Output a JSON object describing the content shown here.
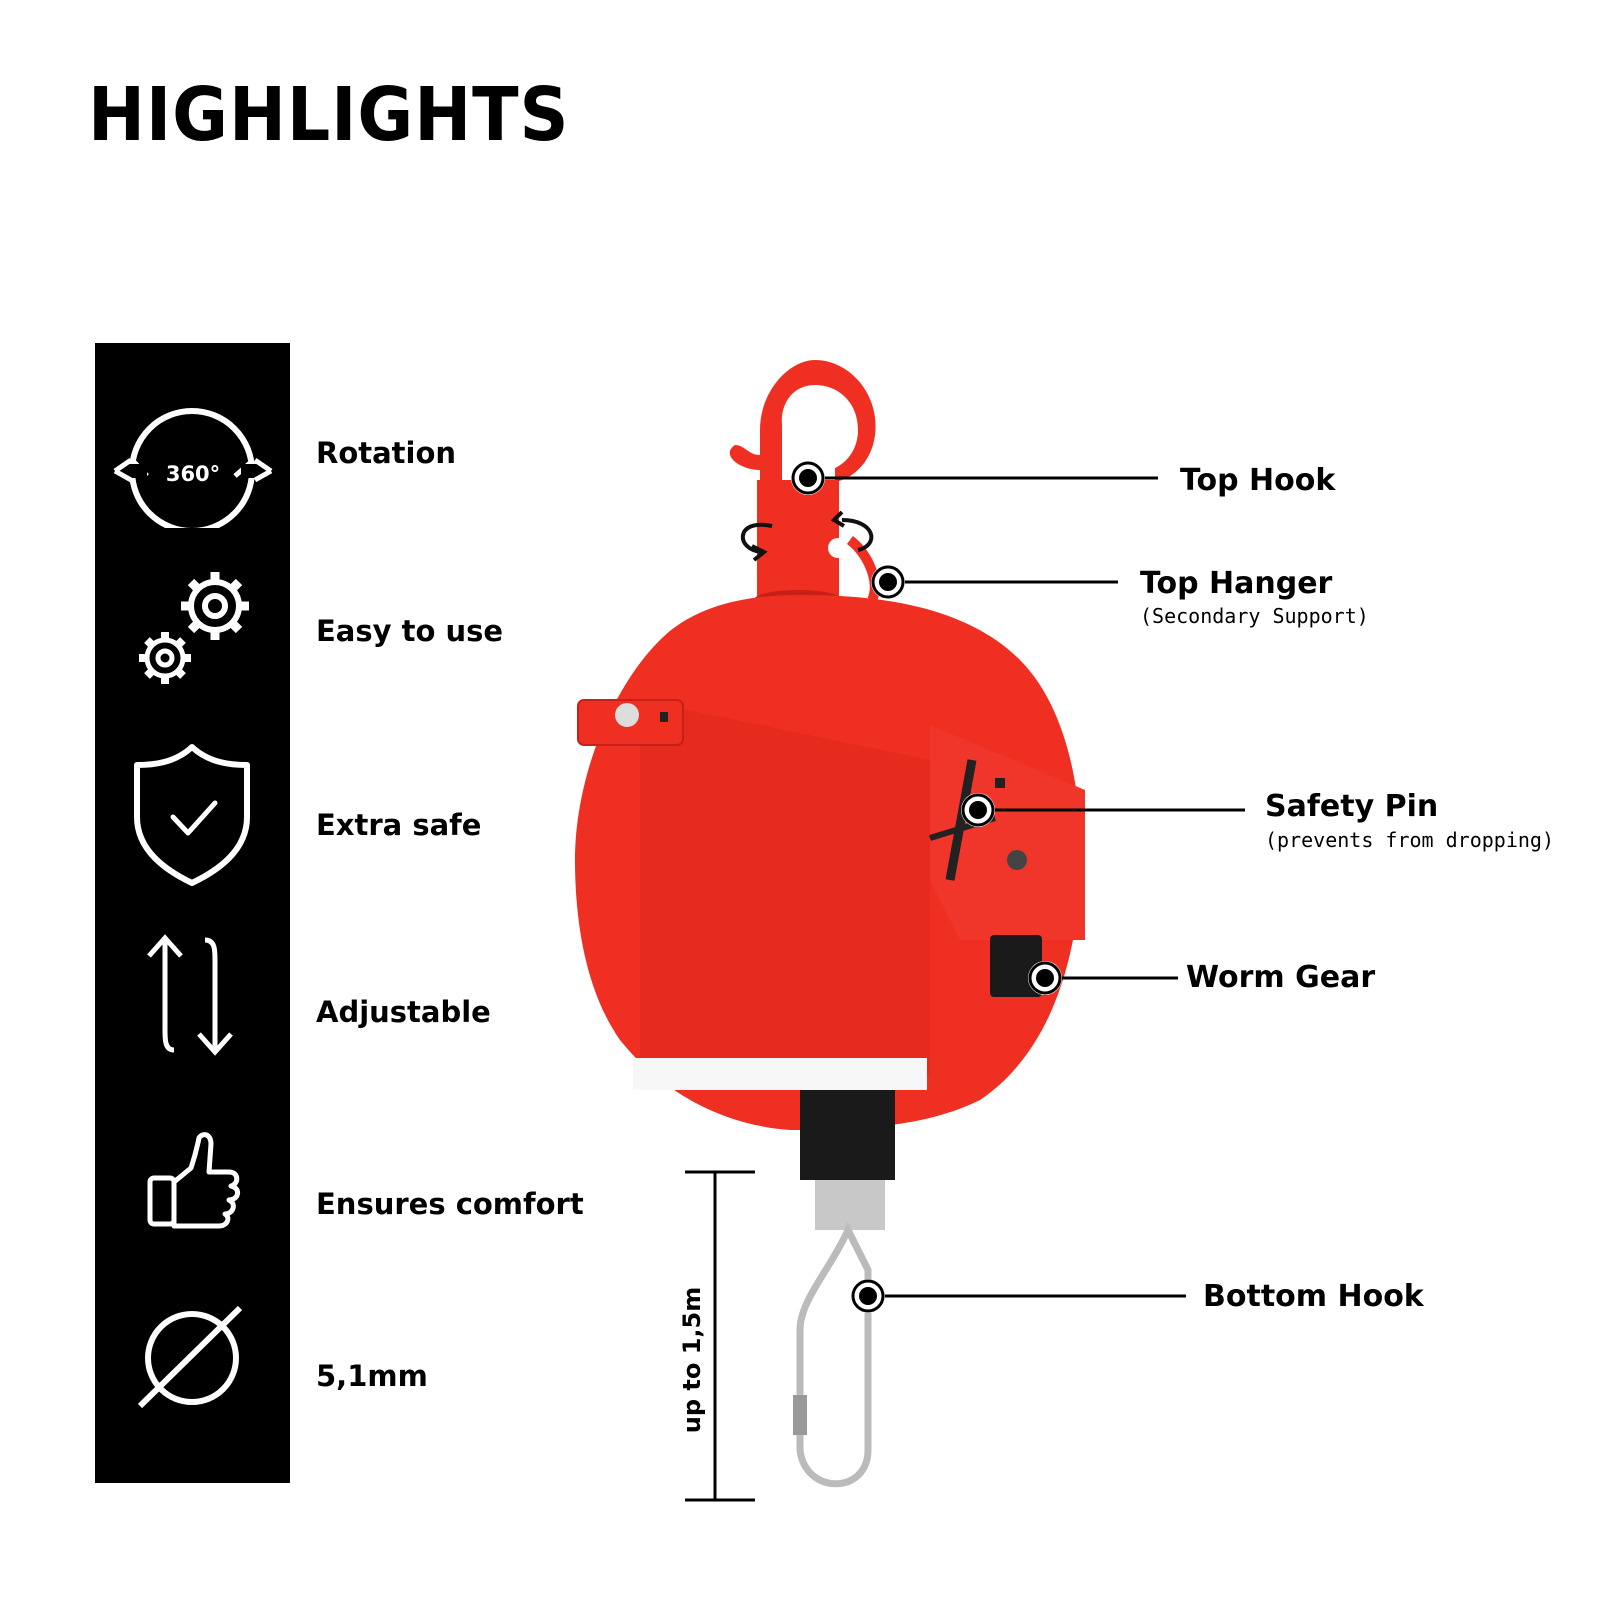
{
  "page": {
    "title": "HIGHLIGHTS"
  },
  "features": [
    {
      "label": "Rotation",
      "icon": "rotation-360-icon",
      "icon_text": "360°"
    },
    {
      "label": "Easy to use",
      "icon": "gears-icon"
    },
    {
      "label": "Extra safe",
      "icon": "shield-check-icon"
    },
    {
      "label": "Adjustable",
      "icon": "up-down-arrows-icon"
    },
    {
      "label": "Ensures comfort",
      "icon": "thumbs-up-icon"
    },
    {
      "label": "5,1mm",
      "icon": "diameter-icon"
    }
  ],
  "callouts": {
    "top_hook": {
      "title": "Top Hook"
    },
    "top_hanger": {
      "title": "Top Hanger",
      "subtitle": "(Secondary Support)"
    },
    "safety_pin": {
      "title": "Safety Pin",
      "subtitle": "(prevents from dropping)"
    },
    "worm_gear": {
      "title": "Worm Gear"
    },
    "bottom_hook": {
      "title": "Bottom Hook"
    }
  },
  "dimension": {
    "label": "up to 1,5m"
  },
  "colors": {
    "product_red": "#ef2f22",
    "sidebar": "#000000",
    "text": "#000000"
  }
}
